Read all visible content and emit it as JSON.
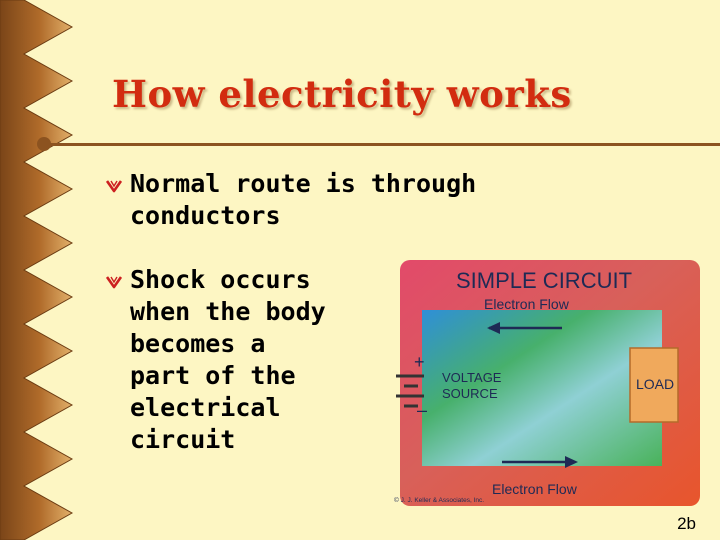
{
  "slide": {
    "title": "How electricity works",
    "bullets": [
      {
        "lines": [
          "Normal route is through",
          "conductors"
        ]
      },
      {
        "lines": [
          "Shock occurs",
          "when the body",
          "becomes a",
          "part of the",
          "electrical",
          "circuit"
        ]
      }
    ],
    "page_label": "2b"
  },
  "figure": {
    "heading": "SIMPLE CIRCUIT",
    "flow_top": "Electron Flow",
    "flow_bottom": "Electron Flow",
    "source_line1": "VOLTAGE",
    "source_line2": "SOURCE",
    "plus": "+",
    "minus": "–",
    "load": "LOAD",
    "copyright": "© J. J. Keller & Associates, Inc."
  },
  "colors": {
    "background": "#fdf6c3",
    "title": "#d22c10",
    "rule": "#8c5320",
    "bullet_marker": "#cc2020",
    "zigzag_dark": "#8c5320",
    "zigzag_light": "#d9a35a"
  }
}
